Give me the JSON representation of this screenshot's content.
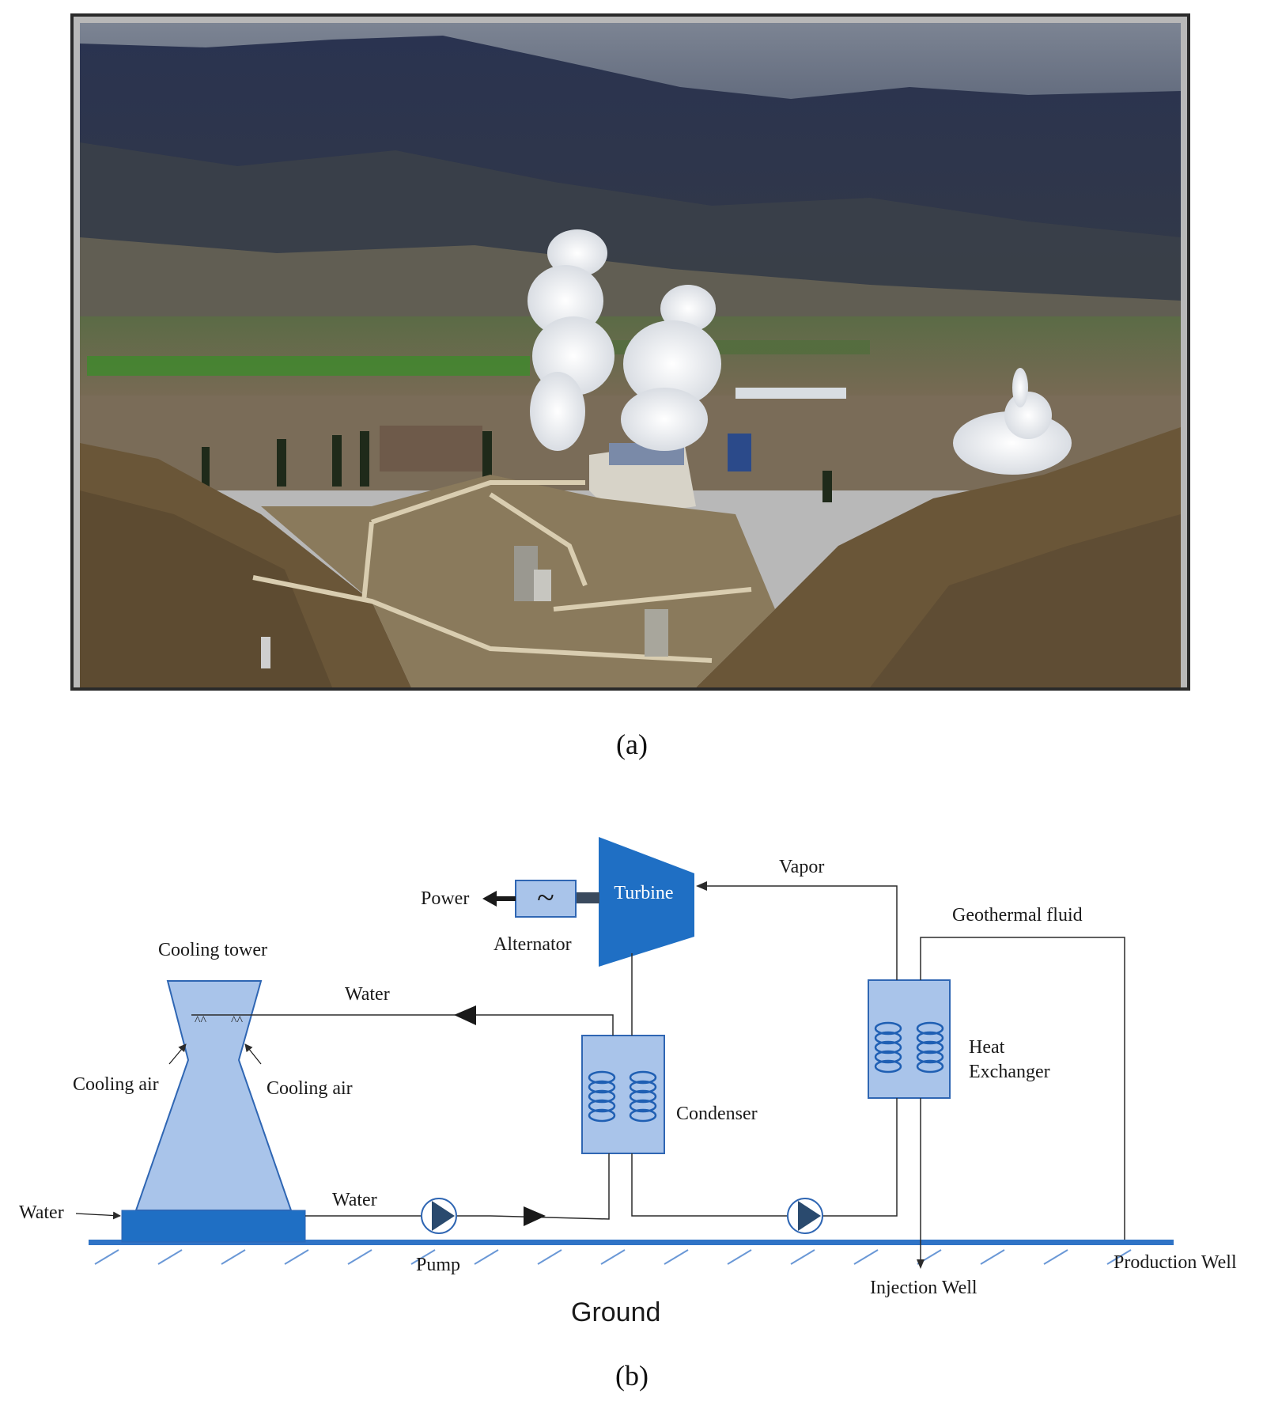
{
  "panel_a": {
    "caption": "(a)",
    "image_description": "photo-geothermal-plant",
    "colors": {
      "sky": "#6d7686",
      "mountain": "#283047",
      "field": "#4b6a3a",
      "hill": "#6f5a3f",
      "steam": "#f2f3f5"
    }
  },
  "panel_b": {
    "caption": "(b)",
    "colors": {
      "fill_light": "#a9c4ea",
      "fill_dark": "#1f6fc4",
      "stroke": "#2f66b3",
      "line": "#2b2b2b",
      "pump": "#2a4a6e"
    },
    "labels": {
      "power": "Power",
      "turbine": "Turbine",
      "alternator": "Alternator",
      "vapor": "Vapor",
      "geothermal_fluid": "Geothermal fluid",
      "cooling_tower": "Cooling tower",
      "water_top": "Water",
      "cooling_air_left": "Cooling air",
      "cooling_air_right": "Cooling air",
      "heat_exchanger_line1": "Heat",
      "heat_exchanger_line2": "Exchanger",
      "condenser": "Condenser",
      "water_left": "Water",
      "water_bottom": "Water",
      "pump": "Pump",
      "production_well": "Production Well",
      "injection_well": "Injection Well",
      "ground": "Ground",
      "alternator_symbol": "~"
    }
  }
}
